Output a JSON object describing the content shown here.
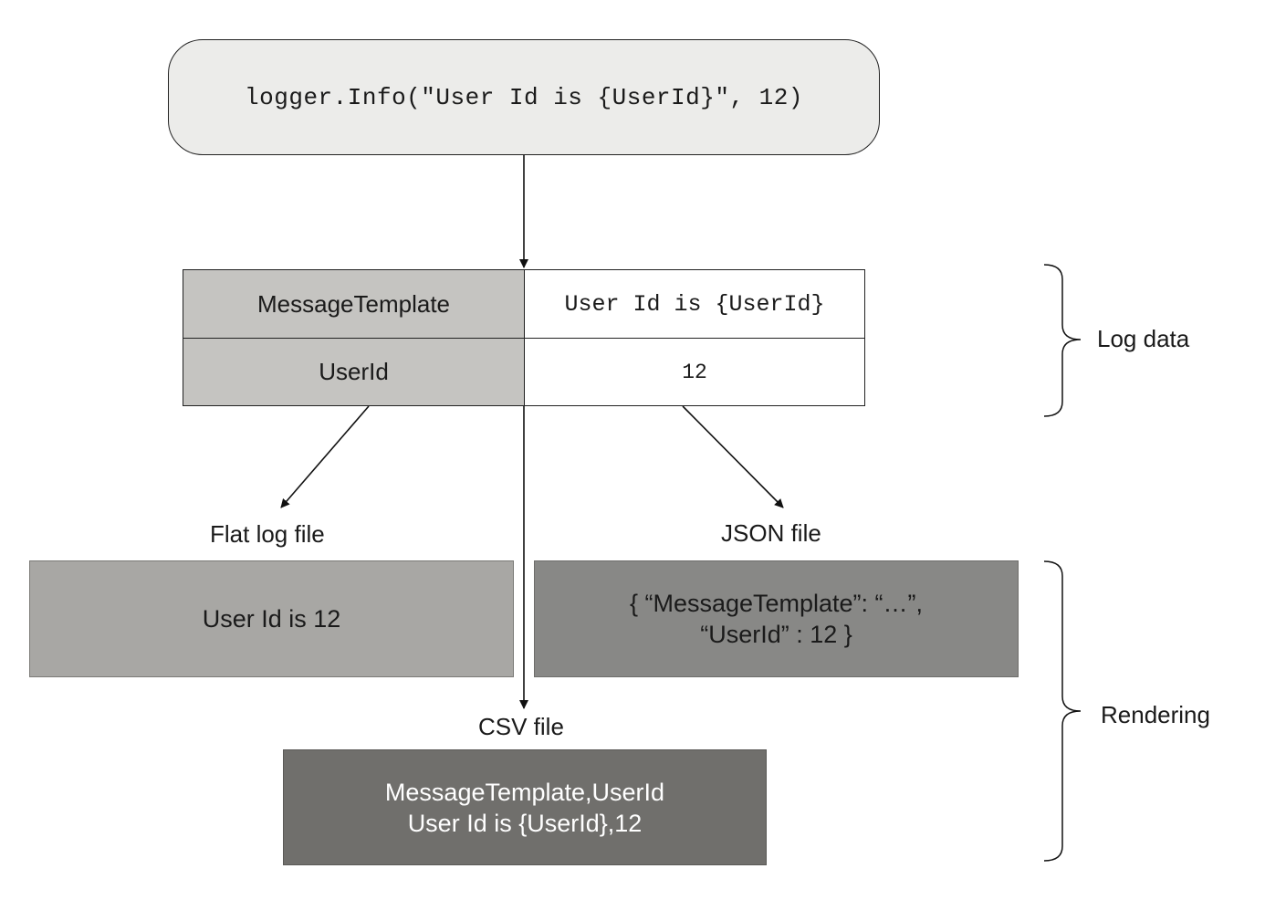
{
  "code": {
    "text": "logger.Info(\"User Id is {UserId}\", 12)"
  },
  "log_table": {
    "rows": [
      {
        "key": "MessageTemplate",
        "value": "User Id is {UserId}"
      },
      {
        "key": "UserId",
        "value": "12"
      }
    ]
  },
  "outputs": {
    "flat": {
      "label": "Flat log file",
      "content": "User Id is 12"
    },
    "json": {
      "label": "JSON file",
      "line1": "{ “MessageTemplate”: “…”,",
      "line2": "“UserId” : 12 }"
    },
    "csv": {
      "label": "CSV file",
      "line1": "MessageTemplate,UserId",
      "line2": "User Id is {UserId},12"
    }
  },
  "braces": {
    "log_data": "Log data",
    "rendering": "Rendering"
  }
}
